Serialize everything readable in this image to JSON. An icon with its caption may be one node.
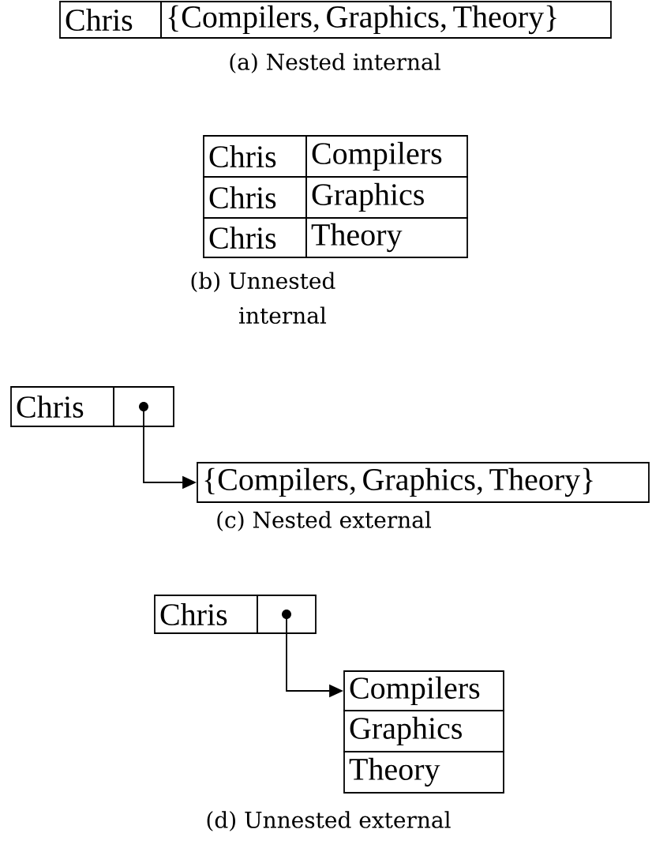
{
  "diagram": {
    "nodes": [
      {
        "text": [
          "Chris"
        ]
      },
      {
        "text": [
          "{Compilers, Graphics, Theory}"
        ]
      },
      {
        "text": [
          "Chris"
        ]
      },
      {
        "text": [
          "Compilers"
        ]
      },
      {
        "text": [
          "Chris"
        ]
      },
      {
        "text": [
          "Graphics"
        ]
      },
      {
        "text": [
          "Chris"
        ]
      },
      {
        "text": [
          "Theory"
        ]
      },
      {
        "text": [
          "Chris"
        ]
      },
      {
        "text": [],
        "shape": "box"
      },
      {
        "text": [
          "{Compilers, Graphics, Theory}"
        ]
      },
      {
        "text": [
          "Chris"
        ]
      },
      {
        "text": [],
        "shape": "box"
      },
      {
        "text": [
          "Compilers"
        ]
      },
      {
        "text": [
          "Graphics"
        ]
      },
      {
        "text": [
          "Theory"
        ]
      }
    ],
    "edges": [
      {
        "from": 9,
        "to": 10,
        "arrow": "to"
      },
      {
        "from": 12,
        "to": 13,
        "arrow": "to"
      }
    ],
    "labels": [
      "(a) Nested internal",
      "(b) Unnested internal",
      "(c) Nested external",
      "(d) Unnested external"
    ]
  }
}
